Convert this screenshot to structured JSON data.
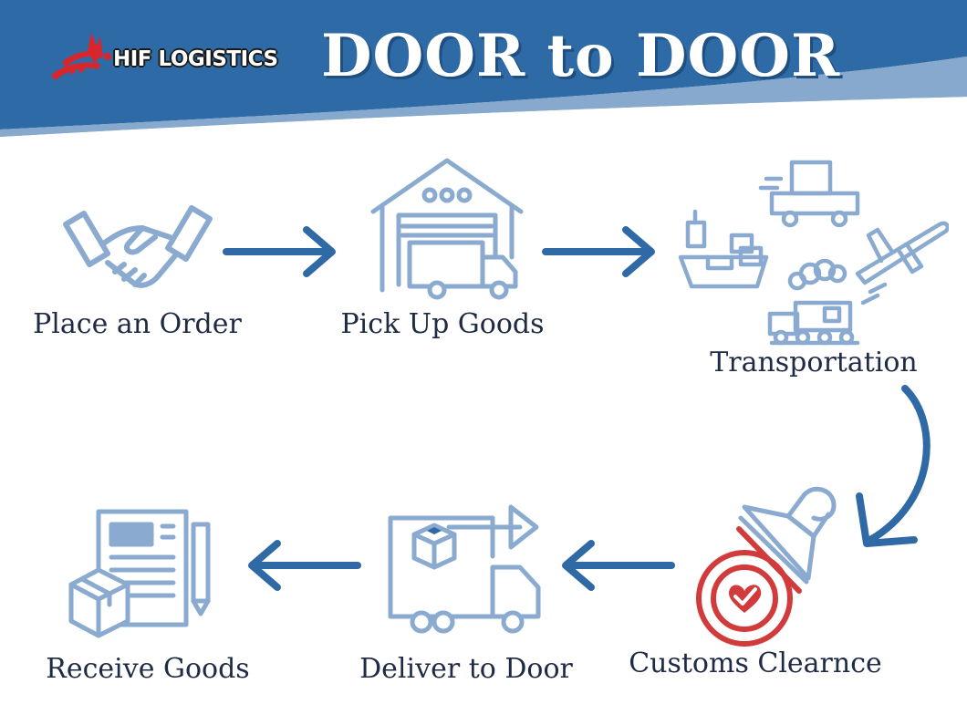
{
  "header": {
    "logo_text": "HIF LOGISTICS",
    "title": "DOOR to DOOR"
  },
  "colors": {
    "header_dark": "#2e6ba6",
    "header_light": "#87a9cd",
    "icon_stroke": "#8aaad0",
    "arrow": "#2f69a6",
    "label_text": "#1f2a44",
    "stamp_red": "#d23b3b",
    "logo_red": "#d8262c"
  },
  "steps": [
    {
      "id": "place-order",
      "label": "Place an Order",
      "icon": "handshake-icon"
    },
    {
      "id": "pick-up",
      "label": "Pick Up Goods",
      "icon": "warehouse-truck-icon"
    },
    {
      "id": "transportation",
      "label": "Transportation",
      "icon": "multimodal-transport-icon"
    },
    {
      "id": "customs",
      "label": "Customs Clearnce",
      "icon": "stamp-icon"
    },
    {
      "id": "deliver",
      "label": "Deliver to Door",
      "icon": "delivery-truck-icon"
    },
    {
      "id": "receive",
      "label": "Receive Goods",
      "icon": "documents-box-icon"
    }
  ]
}
